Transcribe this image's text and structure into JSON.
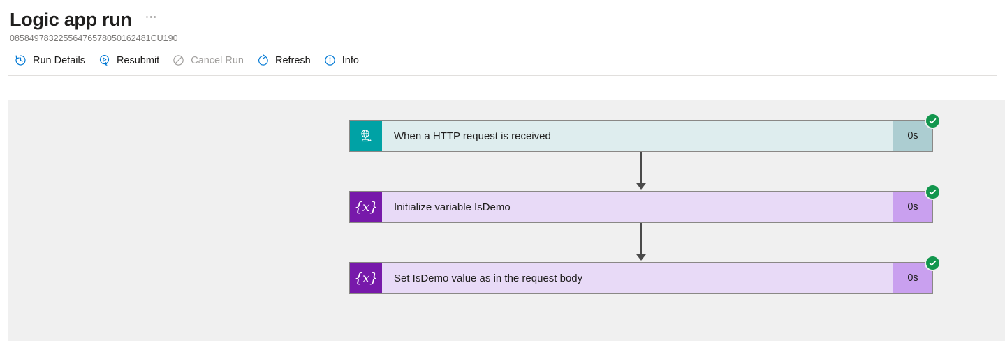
{
  "header": {
    "title": "Logic app run",
    "more_label": "⋯",
    "run_id": "08584978322556476578050162481CU190"
  },
  "commandbar": {
    "items": [
      {
        "label": "Run Details",
        "icon": "history-clock-icon",
        "disabled": false
      },
      {
        "label": "Resubmit",
        "icon": "resubmit-play-icon",
        "disabled": false
      },
      {
        "label": "Cancel Run",
        "icon": "cancel-circle-slash-icon",
        "disabled": true
      },
      {
        "label": "Refresh",
        "icon": "refresh-circular-arrow-icon",
        "disabled": false
      },
      {
        "label": "Info",
        "icon": "info-circle-icon",
        "disabled": false
      }
    ]
  },
  "workflow": {
    "nodes": [
      {
        "title": "When a HTTP request is received",
        "duration": "0s",
        "kind": "teal",
        "icon": "http-request-globe-icon",
        "status": "succeeded",
        "status_icon": "checkmark-icon"
      },
      {
        "title": "Initialize variable IsDemo",
        "duration": "0s",
        "kind": "purple",
        "icon": "variable-braces-x-icon",
        "status": "succeeded",
        "status_icon": "checkmark-icon"
      },
      {
        "title": "Set IsDemo value as in the request body",
        "duration": "0s",
        "kind": "purple",
        "icon": "variable-braces-x-icon",
        "status": "succeeded",
        "status_icon": "checkmark-icon"
      }
    ],
    "variable_glyph": "{x}"
  },
  "colors": {
    "accent_blue": "#0078d4",
    "trigger_teal": "#00a2a5",
    "trigger_teal_body": "#deedee",
    "trigger_teal_duration": "#accdd1",
    "variable_purple": "#7719aa",
    "variable_purple_body": "#e8daf7",
    "variable_purple_duration": "#c9a0ef",
    "success_green": "#12964d",
    "canvas_gray": "#f0f0f0",
    "disabled_text": "#a19f9d"
  }
}
